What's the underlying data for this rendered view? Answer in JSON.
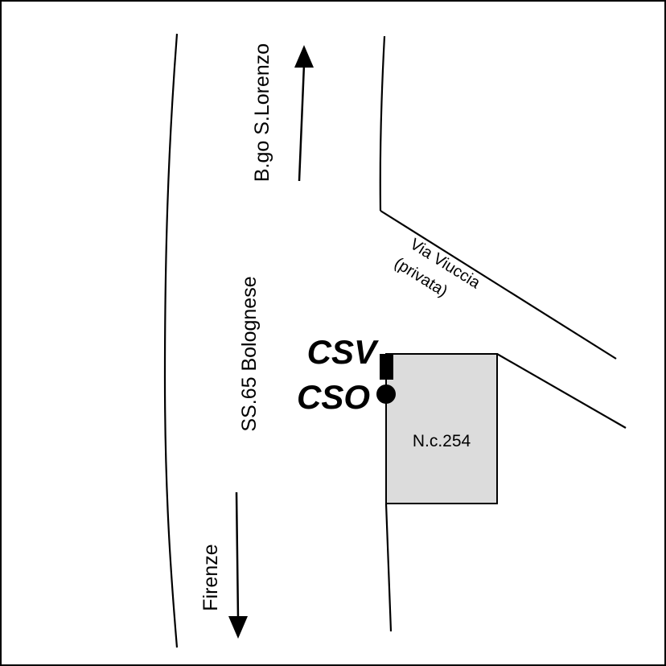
{
  "map": {
    "colors": {
      "background": "#ffffff",
      "lines": "#000000",
      "building_fill": "#dcdcdc"
    },
    "labels": {
      "north_road": "B.go S.Lorenzo",
      "main_road": "SS.65 Bolognese",
      "south_road": "Firenze",
      "side_street_name": "Via Viuccia",
      "side_street_note": "(privata)",
      "marker_csv": "CSV",
      "marker_cso": "CSO",
      "building": "N.c.254"
    },
    "icons": {
      "north_arrow": "arrow-up-icon",
      "south_arrow": "arrow-down-icon",
      "csv_marker": "square-marker-icon",
      "cso_marker": "circle-marker-icon"
    }
  }
}
